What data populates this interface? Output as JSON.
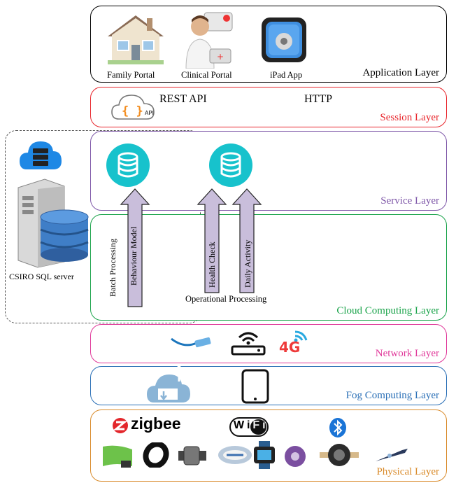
{
  "colors": {
    "application": "#000000",
    "session": "#e8262c",
    "service": "#7e57a8",
    "cloud": "#1aa34a",
    "network": "#e0399a",
    "fog": "#2a6fb6",
    "physical": "#d98b2b",
    "db_circle": "#17c2cc",
    "arrow_fill": "#c9bedb"
  },
  "layers": {
    "application": "Application Layer",
    "session": "Session Layer",
    "service": "Service Layer",
    "cloud": "Cloud Computing Layer",
    "network": "Network Layer",
    "fog": "Fog Computing Layer",
    "physical": "Physical Layer"
  },
  "apps": {
    "family": "Family Portal",
    "clinical": "Clinical Portal",
    "ipad": "iPad App"
  },
  "session": {
    "api_badge": "API",
    "rest": "REST API",
    "http": "HTTP"
  },
  "cloud": {
    "batch": "Batch Processing",
    "behaviour": "Behaviour Model",
    "health": "Health Check",
    "daily": "Daily Activity",
    "operational": "Operational Processing"
  },
  "server": {
    "label": "CSIRO SQL server"
  },
  "network": {
    "fourg": "4G"
  },
  "physical": {
    "zigbee": "zigbee",
    "wifi": "WiFi"
  }
}
